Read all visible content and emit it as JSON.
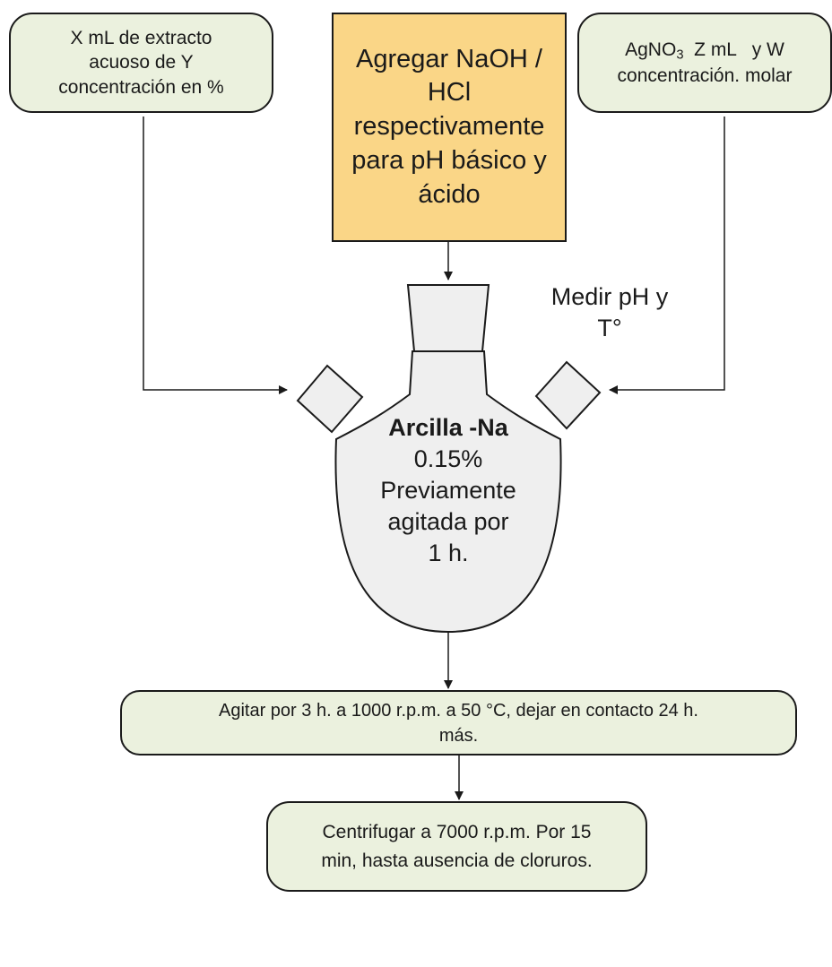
{
  "diagram": {
    "box_extract": {
      "lines": [
        "X mL de extracto",
        "acuoso de Y",
        "concentración en %"
      ]
    },
    "box_acid_base": {
      "lines": [
        "Agregar NaOH /",
        "HCl",
        "respectivamente",
        "para pH básico y",
        "ácido"
      ]
    },
    "box_silver": {
      "line1_prefix": "AgNO",
      "line1_sub": "3",
      "line1_suffix": "  Z mL   y W",
      "line2": "concentración. molar"
    },
    "measure_label": {
      "lines": [
        "Medir pH y",
        "T°"
      ]
    },
    "flask": {
      "bold": "Arcilla -Na",
      "lines": [
        "0.15%",
        "Previamente",
        "agitada por",
        "1 h."
      ]
    },
    "box_stir": {
      "lines": [
        "Agitar por 3 h. a 1000 r.p.m. a 50 °C, dejar en contacto 24 h.",
        "más."
      ]
    },
    "box_centrifuge": {
      "lines": [
        "Centrifugar a 7000 r.p.m. Por 15",
        "min, hasta ausencia de cloruros."
      ]
    }
  },
  "colors": {
    "green_fill": "#ebf1de",
    "orange_fill": "#fad687",
    "flask_fill": "#efefef",
    "stroke": "#1a1a1a"
  }
}
